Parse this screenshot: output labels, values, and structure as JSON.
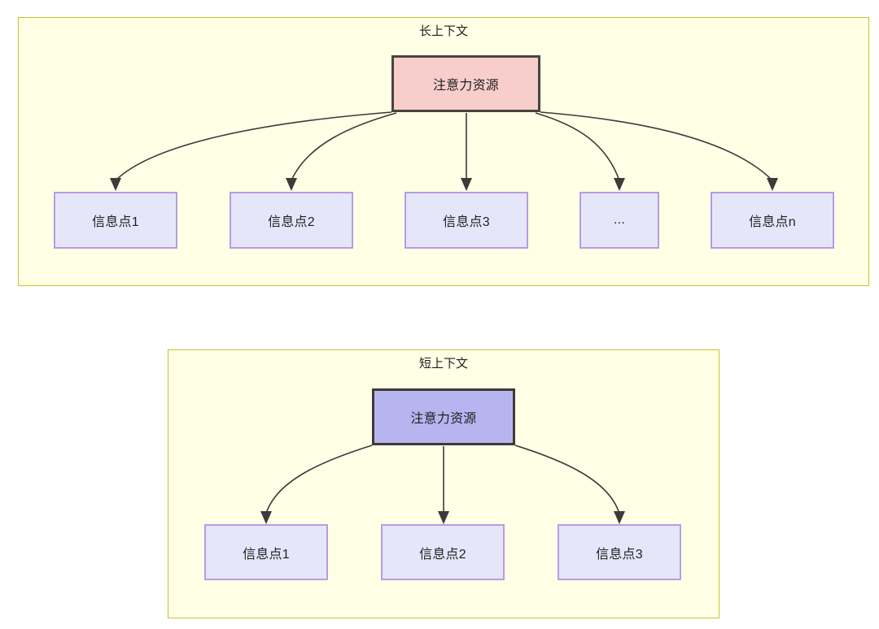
{
  "diagram": {
    "title_semantics": "attention-resource-allocation-long-vs-short-context",
    "colors": {
      "group_fill": "#ffffe6",
      "group_border": "#c5c52b",
      "info_fill": "#e6e6fa",
      "info_border": "#b79ce2",
      "attention_long_fill": "#f8cecc",
      "attention_long_border": "#49443f",
      "attention_short_fill": "#b7b5f0",
      "attention_short_border": "#3d3a36",
      "edge_stroke": "#3b3b39",
      "text": "#1f1f1f",
      "page_background": "#ffffff"
    },
    "groups": [
      {
        "id": "long-context",
        "title": "长上下文",
        "root": {
          "id": "attention-long",
          "label": "注意力资源"
        },
        "children": [
          {
            "id": "info-point-1",
            "label": "信息点1"
          },
          {
            "id": "info-point-2",
            "label": "信息点2"
          },
          {
            "id": "info-point-3",
            "label": "信息点3"
          },
          {
            "id": "info-point-ellipsis",
            "label": "..."
          },
          {
            "id": "info-point-n",
            "label": "信息点n"
          }
        ]
      },
      {
        "id": "short-context",
        "title": "短上下文",
        "root": {
          "id": "attention-short",
          "label": "注意力资源"
        },
        "children": [
          {
            "id": "short-info-point-1",
            "label": "信息点1"
          },
          {
            "id": "short-info-point-2",
            "label": "信息点2"
          },
          {
            "id": "short-info-point-3",
            "label": "信息点3"
          }
        ]
      }
    ]
  }
}
